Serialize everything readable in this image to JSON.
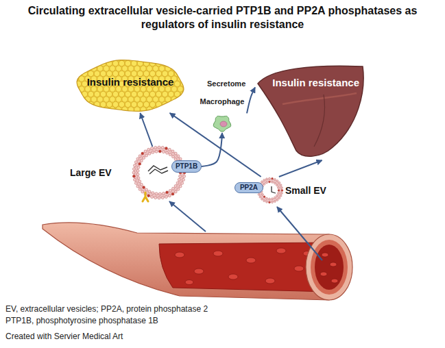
{
  "diagram": {
    "title": "Circulating extracellular vesicle-carried PTP1B and PP2A phosphatases as regulators of insulin resistance",
    "nodes": [
      {
        "text": [
          "Insulin resistance"
        ]
      },
      {
        "text": [
          "Insulin resistance"
        ]
      },
      {
        "text": [
          "Macrophage"
        ]
      },
      {
        "text": [
          "Large EV"
        ]
      },
      {
        "text": [
          "PTP1B"
        ],
        "in": 3
      },
      {
        "text": [
          "Small EV"
        ]
      },
      {
        "text": [
          "PP2A"
        ],
        "in": 5
      }
    ],
    "edges": [
      {
        "from": 3,
        "to": 0,
        "arrow": "to"
      },
      {
        "from": 4,
        "to": 2,
        "arrow": "to"
      },
      {
        "from": 2,
        "to": 1,
        "label": "Secretome",
        "arrow": "to"
      },
      {
        "from": 5,
        "to": 0,
        "arrow": "to"
      },
      {
        "from": 5,
        "to": 1,
        "arrow": "to"
      }
    ],
    "labels": [
      "EV, extracellular vesicles; PP2A, protein phosphatase 2",
      "PTP1B, phosphotyrosine phosphatase 1B",
      "Created with Servier Medical Art"
    ]
  }
}
